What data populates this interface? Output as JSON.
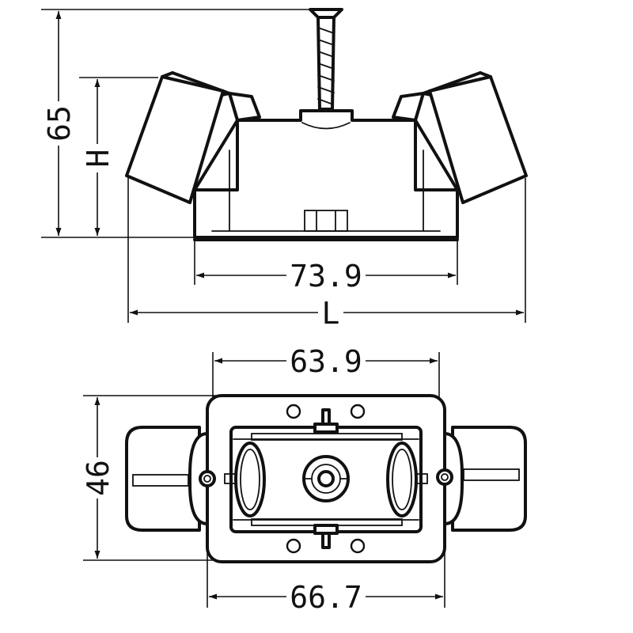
{
  "side_view": {
    "height_total": "65",
    "height_h": "H",
    "width_base": "73.9",
    "width_total": "L"
  },
  "plan_view": {
    "width_box": "63.9",
    "height_box": "46",
    "width_plate": "66.7"
  }
}
